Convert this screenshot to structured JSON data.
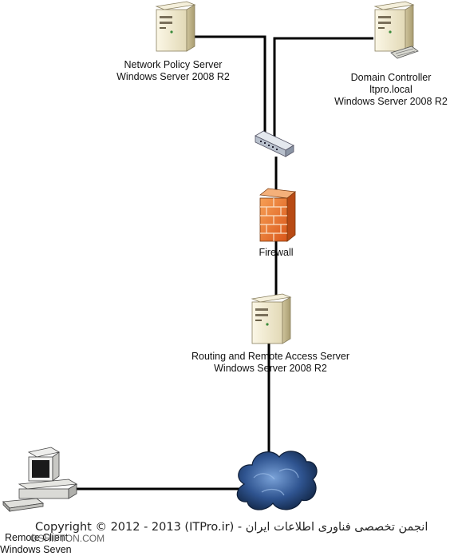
{
  "nodes": {
    "nps": {
      "line1": "Network Policy Server",
      "line2": "Windows Server 2008 R2"
    },
    "dc": {
      "line1": "Domain Controller",
      "line2": "ltpro.local",
      "line3": "Windows Server 2008 R2"
    },
    "firewall": {
      "label": "Firewall"
    },
    "rras": {
      "line1": "Routing and Remote Access Server",
      "line2": "Windows Server 2008 R2"
    },
    "client": {
      "line1": "Remote Client",
      "line2": "Windows Seven"
    }
  },
  "footer": {
    "copyright": "Copyright © 2012 - 2013 (ITPro.ir) - انجمن تخصصی فناوری اطلاعات ایران",
    "watermark": "OSHIFTON.COM"
  },
  "colors": {
    "line": "#000000",
    "firewall": "#e8702a",
    "cloud": "#2a4a78",
    "server": "#ede5c8"
  }
}
